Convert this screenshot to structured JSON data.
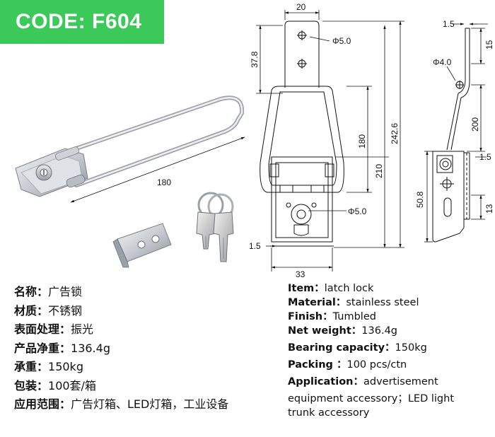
{
  "badge": {
    "code_text": "CODE: F604",
    "color": "#3bc95a"
  },
  "drawing": {
    "photo_length_label": "180",
    "front_view": {
      "top_width": "20",
      "hole_top_label": "Φ5.0",
      "top_height": "37.8",
      "loop_height": "180",
      "inner_height": "210",
      "total_height": "242.6",
      "hole_lock_label": "Φ5.0",
      "plate_thickness": "1.5",
      "base_width": "33"
    },
    "side_view": {
      "top_thickness": "1.5",
      "top_offset": "15",
      "pivot_label": "Φ4.0",
      "arm_length": "200",
      "plate_thickness": "1.5",
      "body_height": "50.8",
      "slot_height": "13"
    }
  },
  "spec_cn": [
    {
      "key": "名称：",
      "value": "广告锁"
    },
    {
      "key": "材质：",
      "value": "不锈钢"
    },
    {
      "key": "表面处理：",
      "value": "振光"
    },
    {
      "key": "产品净重：",
      "value": "136.4g"
    },
    {
      "key": "承重：",
      "value": "150kg"
    },
    {
      "key": "包装：",
      "value": "100套/箱"
    },
    {
      "key": "应用范围：",
      "value": "广告灯箱、LED灯箱，工业设备"
    }
  ],
  "spec_en": [
    {
      "key": "Item：",
      "value": "latch lock"
    },
    {
      "key": "Material：",
      "value": "stainless steel"
    },
    {
      "key": "Finish：",
      "value": "Tumbled"
    },
    {
      "key": "Net weight：",
      "value": "136.4g"
    },
    {
      "key": "Bearing capacity：",
      "value": "150kg"
    },
    {
      "key": "Packing ：",
      "value": "100 pcs/ctn"
    },
    {
      "key": "Application：",
      "value": "advertisement"
    },
    {
      "key": "",
      "value": "equipment accessory；LED light"
    },
    {
      "key": "",
      "value": "trunk accessory"
    }
  ]
}
